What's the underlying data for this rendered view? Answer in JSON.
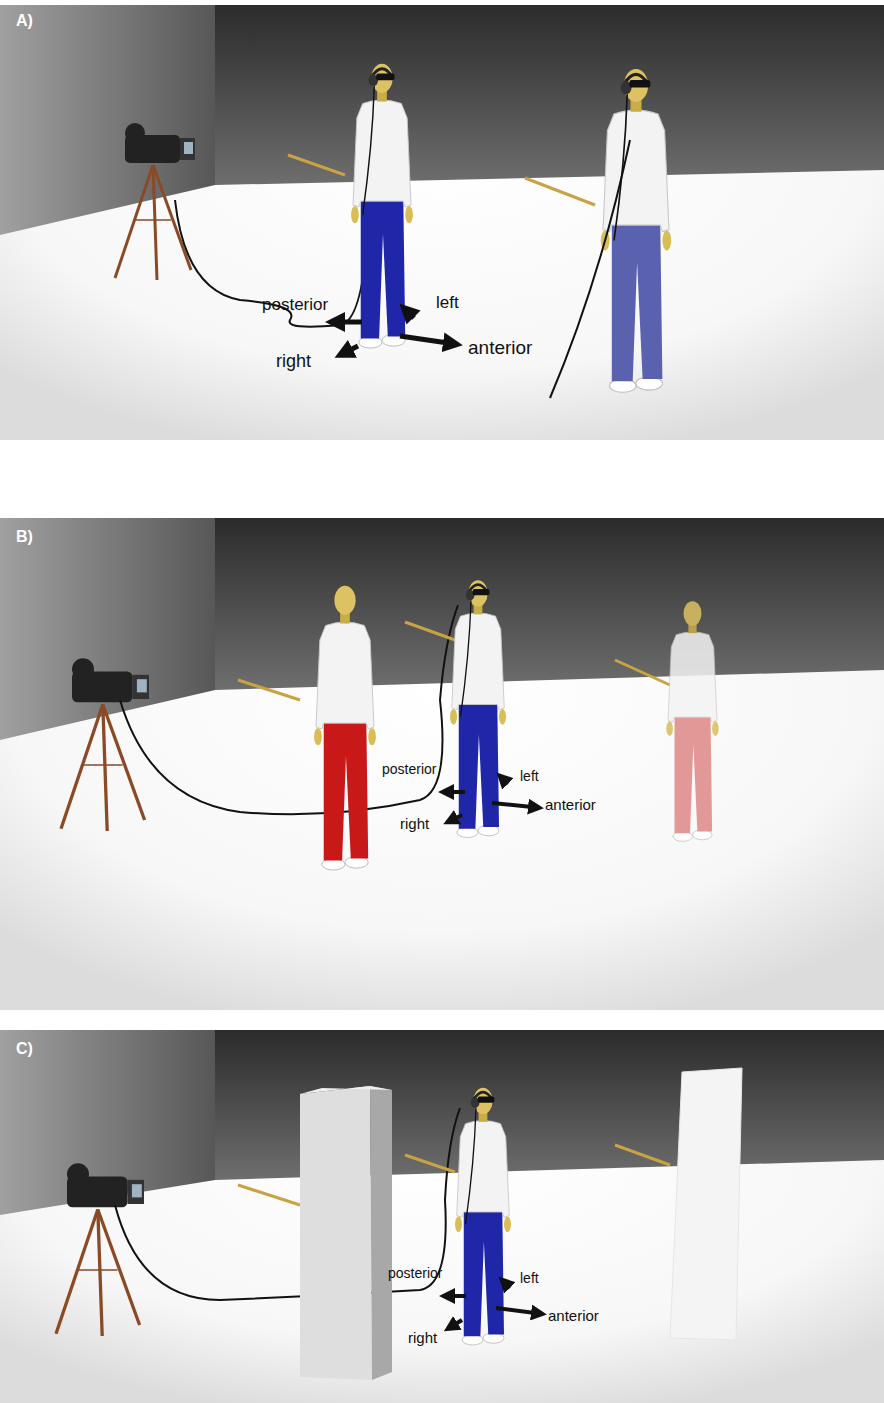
{
  "diagram": {
    "labels": [
      "A)",
      "posterior",
      "left",
      "right",
      "anterior",
      "B)",
      "posterior",
      "left",
      "right",
      "anterior",
      "C)",
      "posterior",
      "left",
      "right",
      "anterior"
    ]
  }
}
